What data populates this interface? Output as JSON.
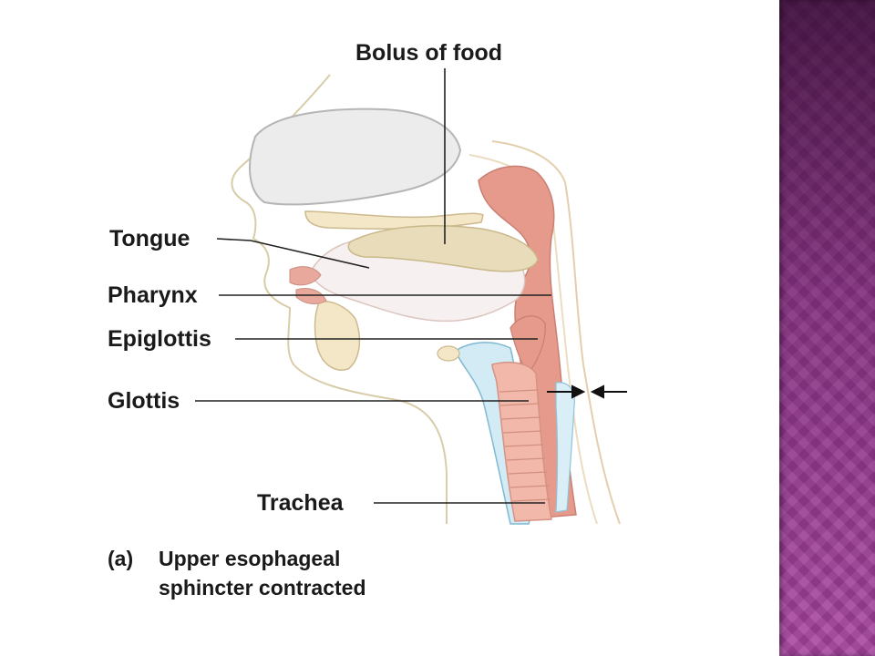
{
  "labels": {
    "bolus": "Bolus of food",
    "tongue": "Tongue",
    "pharynx": "Pharynx",
    "epiglottis": "Epiglottis",
    "glottis": "Glottis",
    "trachea": "Trachea"
  },
  "caption": {
    "letter": "(a)",
    "line1": "Upper esophageal",
    "line2": "sphincter contracted"
  },
  "colors": {
    "tissue_pink": "#e59a8c",
    "tissue_light": "#f6cdc0",
    "bolus": "#e8dcba",
    "bone": "#f4e7c8",
    "cartilage_blue": "#bfe3ef",
    "side_band": "#a7449f"
  }
}
